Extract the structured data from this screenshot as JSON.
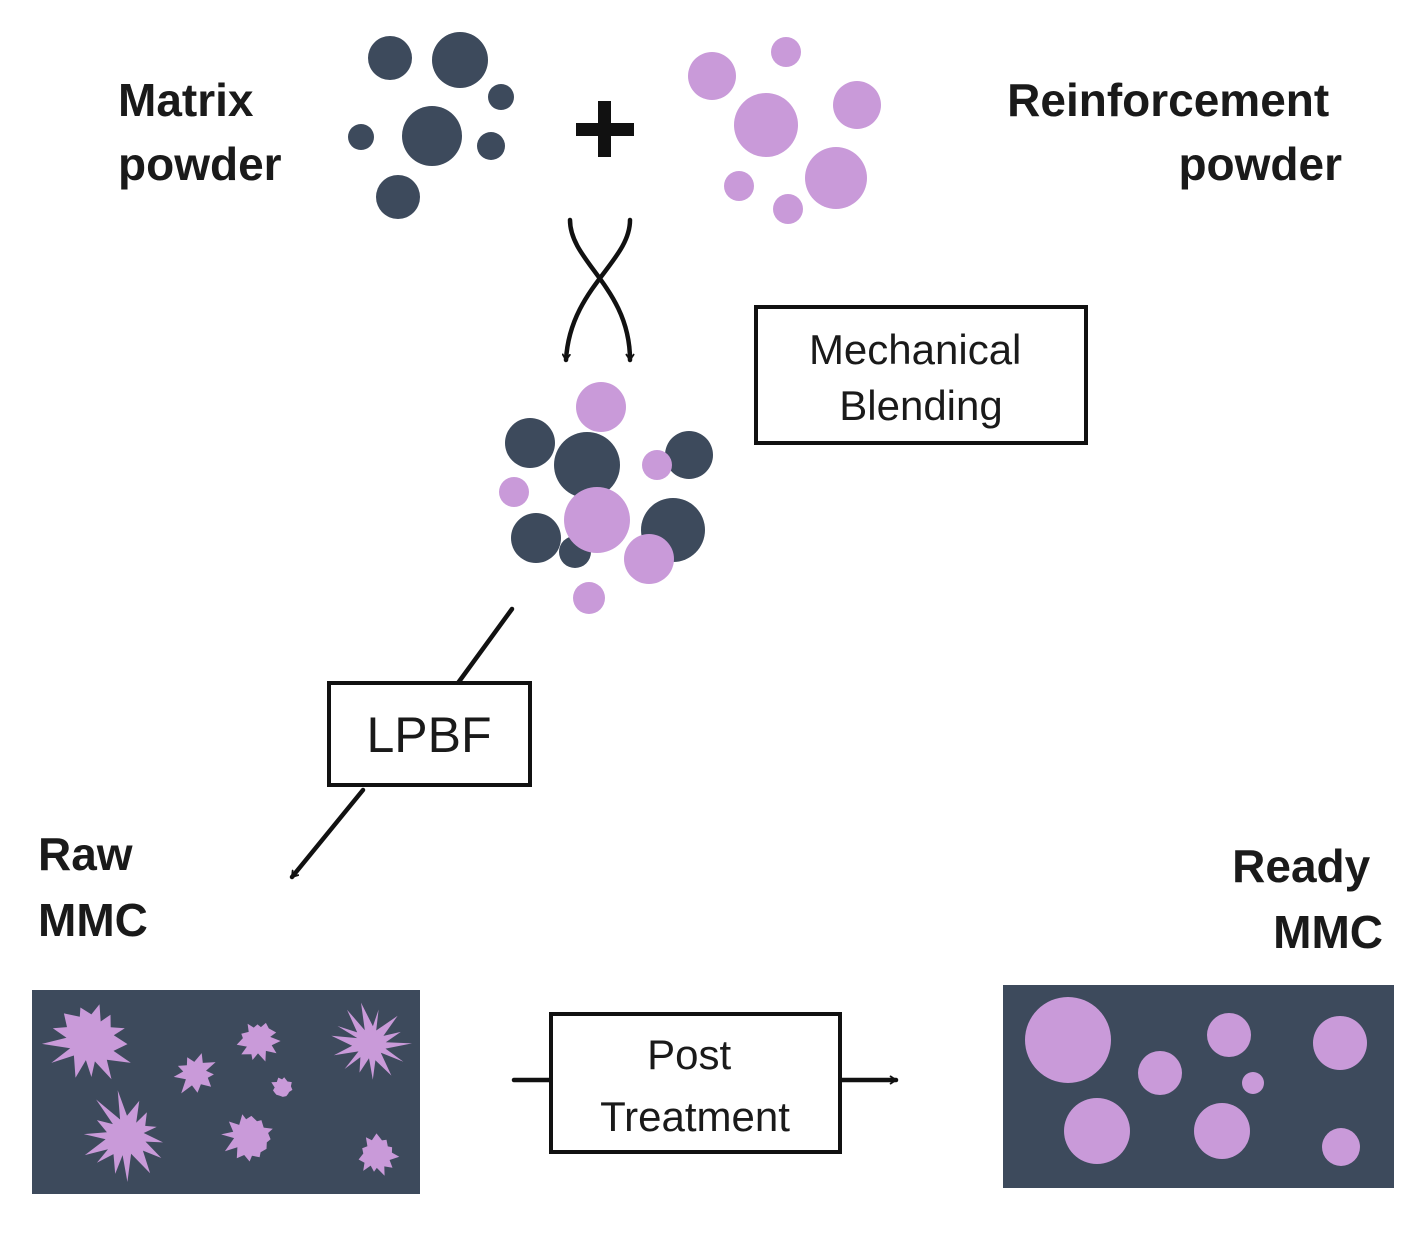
{
  "labels": {
    "matrix_powder": [
      "Matrix",
      "powder"
    ],
    "reinforcement_powder": [
      "Reinforcement",
      "powder"
    ],
    "plus": "+",
    "raw_mmc": [
      "Raw",
      "MMC"
    ],
    "ready_mmc": [
      "Ready",
      "MMC"
    ]
  },
  "process_boxes": {
    "mechanical_blending": [
      "Mechanical",
      "Blending"
    ],
    "lpbf": "LPBF",
    "post_treatment": [
      "Post",
      "Treatment"
    ]
  },
  "colors": {
    "matrix": "#3d4a5c",
    "reinforcement": "#c99ad9",
    "line": "#111111"
  }
}
